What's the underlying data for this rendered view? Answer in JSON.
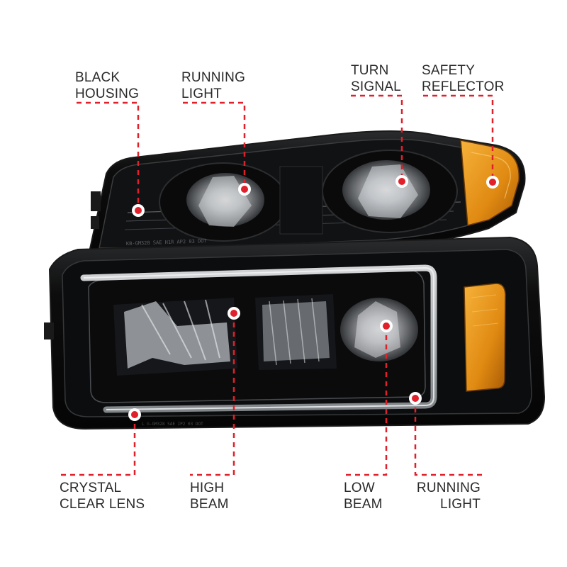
{
  "colors": {
    "callout": "#e0202a",
    "housing": "#0d0d0d",
    "amber": "#e08a12",
    "chrome": "#bfc3c7",
    "label": "#2a2a2a"
  },
  "labels": {
    "black_housing": {
      "line1": "BLACK",
      "line2": "HOUSING"
    },
    "running_light_top": {
      "line1": "RUNNING",
      "line2": "LIGHT"
    },
    "turn_signal": {
      "line1": "TURN",
      "line2": "SIGNAL"
    },
    "safety_reflector": {
      "line1": "SAFETY",
      "line2": "REFLECTOR"
    },
    "crystal_clear_lens": {
      "line1": "CRYSTAL",
      "line2": "CLEAR LENS"
    },
    "high_beam": {
      "line1": "HIGH",
      "line2": "BEAM"
    },
    "low_beam": {
      "line1": "LOW",
      "line2": "BEAM"
    },
    "running_light_bottom": {
      "line1": "RUNNING",
      "line2": "LIGHT"
    }
  },
  "markings": {
    "upper_lens_text": "KB-GM328 SAE H1R AP2 03 DOT",
    "lower_lens_text": "L  G-GM328 SAE IP2 03 DOT"
  },
  "icons": [
    "callout-dot-icon",
    "headlight-illustration"
  ]
}
